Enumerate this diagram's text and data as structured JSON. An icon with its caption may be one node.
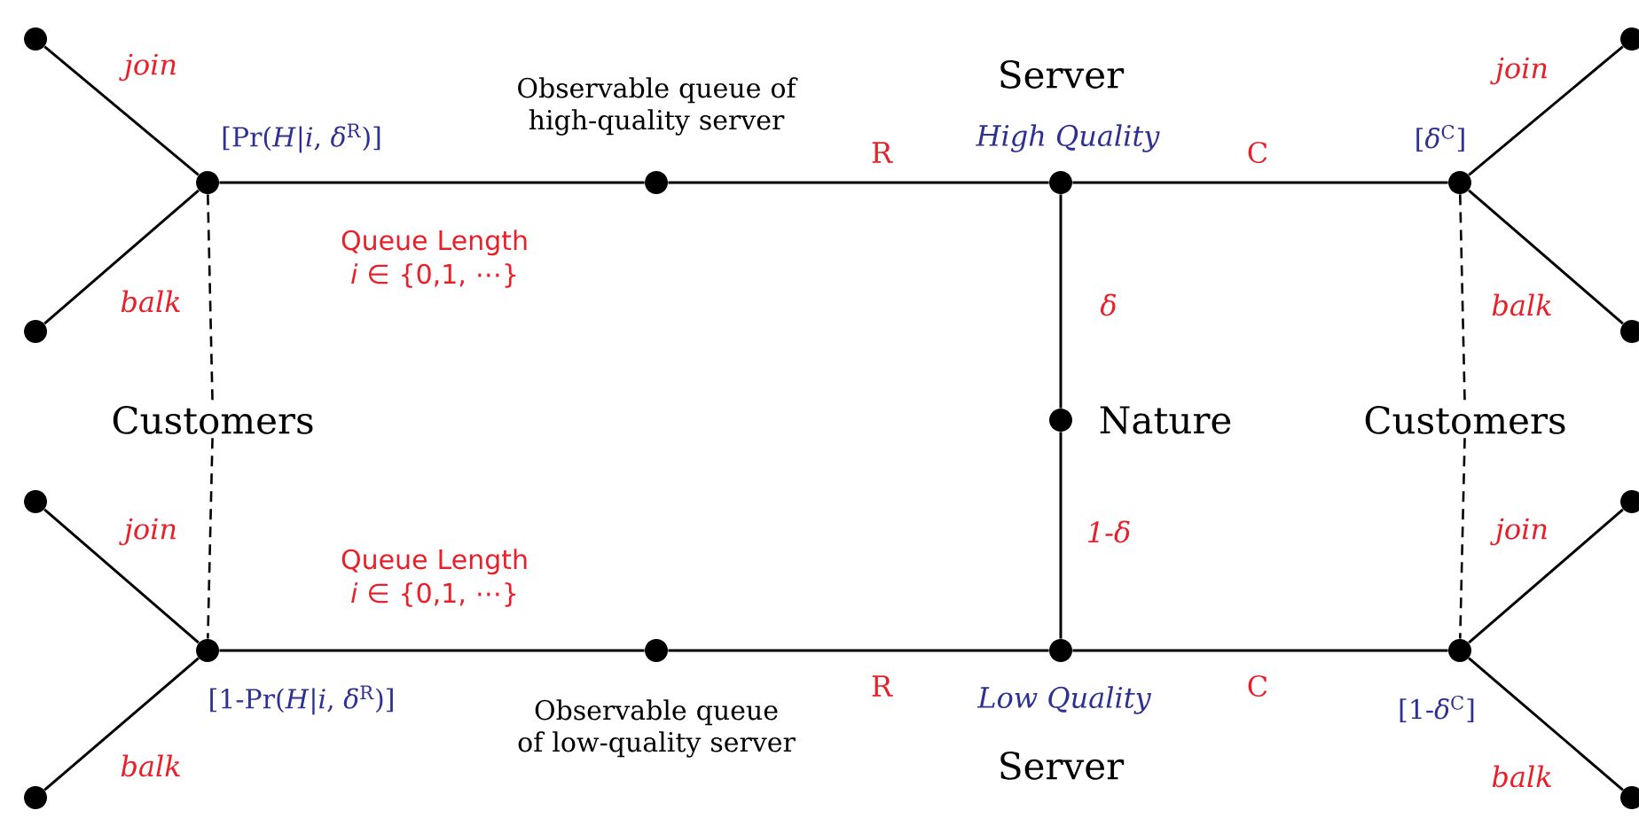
{
  "diagram": {
    "nodes": [
      {
        "text": [],
        "shape": "circle"
      },
      {
        "text": [],
        "shape": "circle",
        "beside": [
          "[Pr(*H*|*i*, *δ*$^{R}$)]"
        ]
      },
      {
        "text": [],
        "shape": "circle"
      },
      {
        "text": [],
        "shape": "circle",
        "beside": [
          "Observable queue of high-quality server"
        ]
      },
      {
        "text": [],
        "shape": "circle",
        "beside": [
          "Server",
          "High Quality"
        ]
      },
      {
        "text": [],
        "shape": "circle",
        "beside": [
          "[*δ*$^{C}$]"
        ]
      },
      {
        "text": [],
        "shape": "circle"
      },
      {
        "text": [],
        "shape": "circle"
      },
      {
        "text": [
          "Customers"
        ]
      },
      {
        "text": [],
        "shape": "circle",
        "beside": [
          "Nature"
        ]
      },
      {
        "text": [
          "Customers"
        ]
      },
      {
        "text": [],
        "shape": "circle"
      },
      {
        "text": [],
        "shape": "circle",
        "beside": [
          "[1-Pr(*H*|*i*, *δ*$^{R}$)]"
        ]
      },
      {
        "text": [],
        "shape": "circle"
      },
      {
        "text": [],
        "shape": "circle",
        "beside": [
          "Observable queue of low-quality server"
        ]
      },
      {
        "text": [],
        "shape": "circle",
        "beside": [
          "Low Quality",
          "Server"
        ]
      },
      {
        "text": [],
        "shape": "circle",
        "beside": [
          "[1-*δ*$^{C}$]"
        ]
      },
      {
        "text": [],
        "shape": "circle"
      },
      {
        "text": [],
        "shape": "circle"
      }
    ],
    "edges": [
      {
        "from": 1,
        "to": 0,
        "arrow": "none",
        "label": "join"
      },
      {
        "from": 1,
        "to": 2,
        "arrow": "none",
        "label": "balk"
      },
      {
        "from": 1,
        "to": 3,
        "arrow": "none",
        "label": "Queue Length *i* ∈ {0,1, ⋯}"
      },
      {
        "from": 3,
        "to": 4,
        "arrow": "none",
        "label": "R"
      },
      {
        "from": 4,
        "to": 5,
        "arrow": "none",
        "label": "C"
      },
      {
        "from": 5,
        "to": 6,
        "arrow": "none",
        "label": "join"
      },
      {
        "from": 5,
        "to": 7,
        "arrow": "none",
        "label": "balk"
      },
      {
        "from": 9,
        "to": 4,
        "arrow": "none",
        "label": "δ"
      },
      {
        "from": 9,
        "to": 15,
        "arrow": "none",
        "label": "1-δ"
      },
      {
        "from": 12,
        "to": 11,
        "arrow": "none",
        "label": "join"
      },
      {
        "from": 12,
        "to": 13,
        "arrow": "none",
        "label": "balk"
      },
      {
        "from": 12,
        "to": 14,
        "arrow": "none",
        "label": "Queue Length *i* ∈ {0,1, ⋯}"
      },
      {
        "from": 14,
        "to": 15,
        "arrow": "none",
        "label": "R"
      },
      {
        "from": 15,
        "to": 16,
        "arrow": "none",
        "label": "C"
      },
      {
        "from": 16,
        "to": 17,
        "arrow": "none",
        "label": "join"
      },
      {
        "from": 16,
        "to": 18,
        "arrow": "none",
        "label": "balk"
      },
      {
        "from": 1,
        "to": 8,
        "arrow": "none",
        "style": "dashed"
      },
      {
        "from": 8,
        "to": 12,
        "arrow": "none",
        "style": "dashed"
      },
      {
        "from": 5,
        "to": 10,
        "arrow": "none",
        "style": "dashed"
      },
      {
        "from": 10,
        "to": 16,
        "arrow": "none",
        "style": "dashed"
      }
    ]
  }
}
